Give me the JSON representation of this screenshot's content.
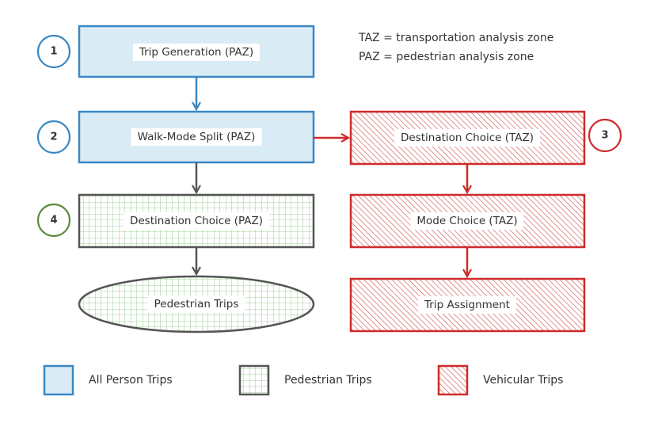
{
  "steps": [
    {
      "number": "1",
      "label": "Trip Generation (PAZ)"
    },
    {
      "number": "2",
      "label": "Walk-Mode Split (PAZ)"
    },
    {
      "number": "3",
      "label": "Destination Choice (TAZ)"
    },
    {
      "number": "4",
      "label": "Destination Choice (PAZ)"
    }
  ],
  "vehicular_steps": {
    "mode_choice": "Mode Choice (TAZ)",
    "trip_assignment": "Trip Assignment"
  },
  "outputs": {
    "pedestrian_trips": "Pedestrian Trips"
  },
  "notes": {
    "taz": "TAZ = transportation analysis zone",
    "paz": "PAZ = pedestrian analysis zone"
  },
  "legend": [
    {
      "label": "All Person Trips"
    },
    {
      "label": "Pedestrian Trips"
    },
    {
      "label": "Vehicular Trips"
    }
  ],
  "colors": {
    "blue": "#3a87c3",
    "blue_fill": "#d9ebf5",
    "dark_gray": "#555555",
    "green": "#5a8a3c",
    "green_grid": "#86c27a",
    "red": "#cf2a2a"
  }
}
